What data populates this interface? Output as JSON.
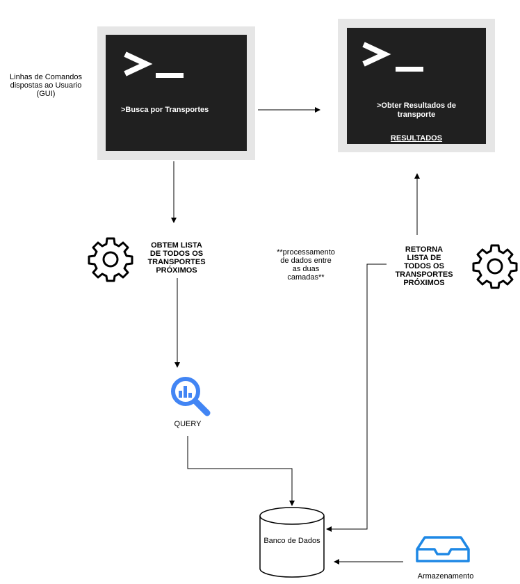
{
  "gui_label": [
    "Linhas de Comandos",
    "dispostas  ao Usuario",
    "(GUI)"
  ],
  "terminal_left": {
    "prompt": ">_",
    "text": ">Busca por Transportes"
  },
  "terminal_right": {
    "prompt": ">_",
    "text_lines": [
      ">Obter Resultados de",
      "transporte"
    ],
    "results": "RESULTADOS"
  },
  "obtem_lista": [
    "OBTEM LISTA",
    "DE TODOS OS",
    "TRANSPORTES",
    "PRÓXIMOS"
  ],
  "processamento": [
    "**processamento",
    "de dados entre",
    "as duas",
    "camadas**"
  ],
  "retorna_lista": [
    "RETORNA",
    "LISTA DE",
    "TODOS OS",
    "TRANSPORTES",
    "PRÓXIMOS"
  ],
  "query_label": "QUERY",
  "database_label": "Banco de Dados",
  "storage_label": "Armazenamento",
  "colors": {
    "terminal_bg": "#202020",
    "terminal_frame": "#e6e6e6",
    "query_icon": "#4285f4",
    "storage_icon": "#1e88e5"
  }
}
